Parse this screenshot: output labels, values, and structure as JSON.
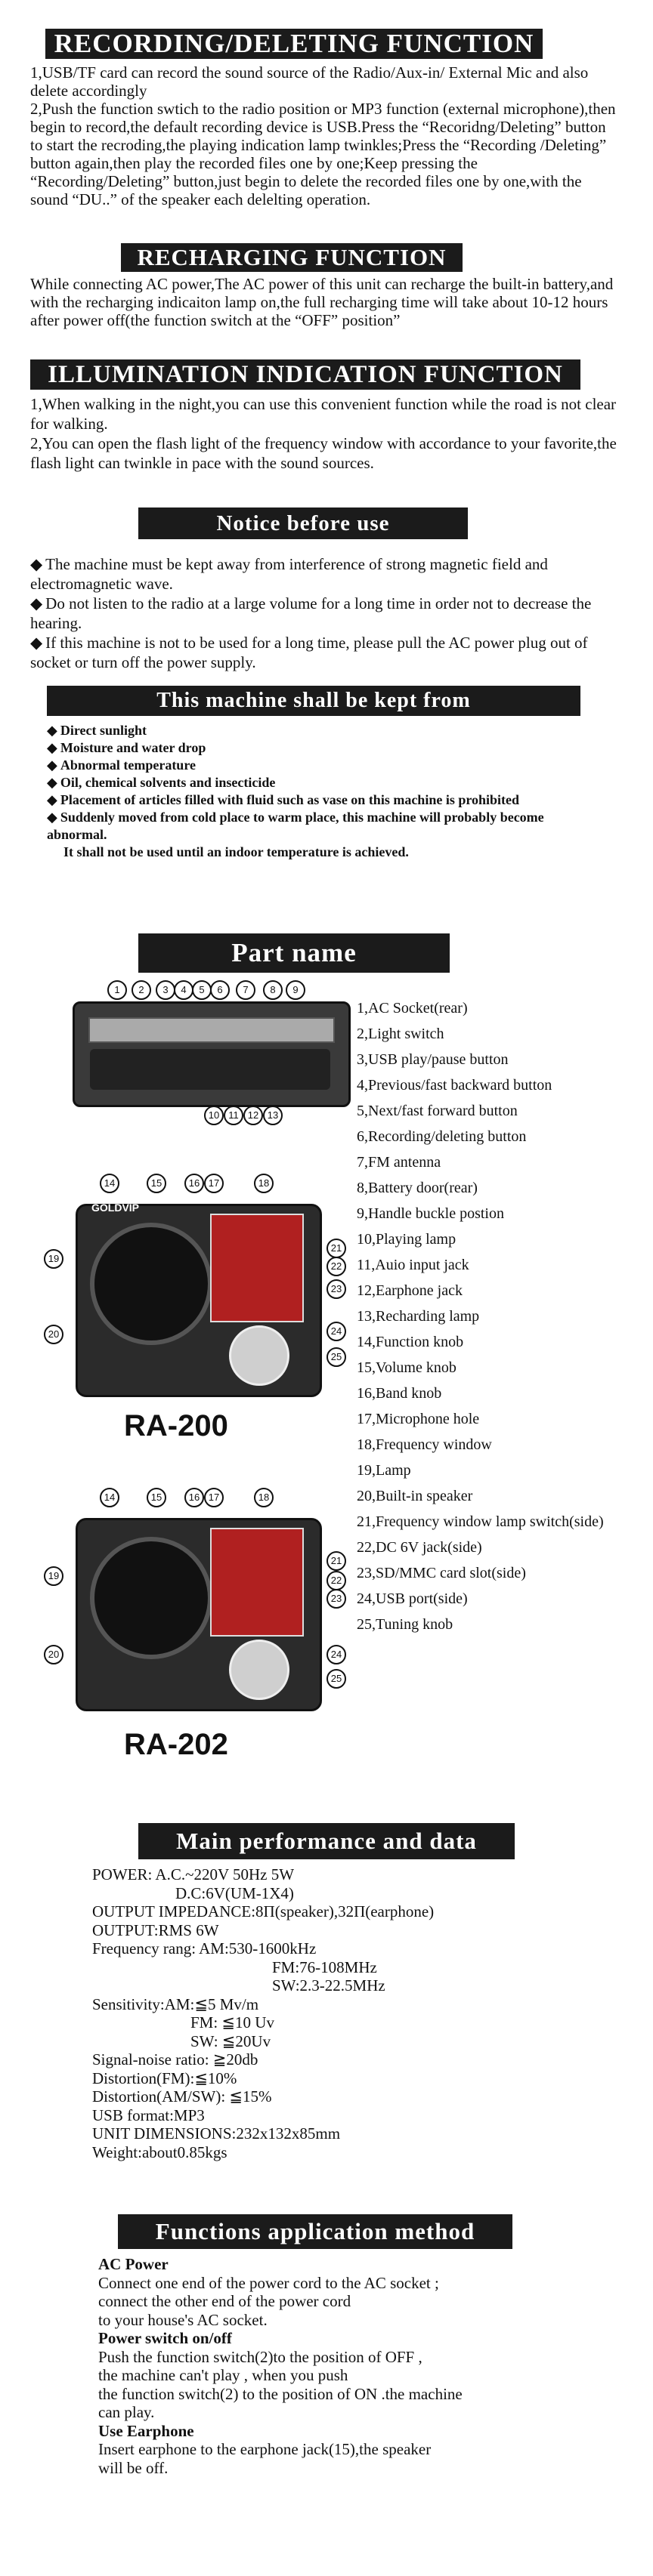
{
  "sections": {
    "recording_title": "RECORDING/DELETING FUNCTION",
    "recording_items": [
      "1,USB/TF card can record the sound source of the Radio/Aux-in/ External Mic and also delete accordingly",
      "2,Push the function swtich to the radio position or MP3 function (external microphone),then begin to record,the default recording device is USB.Press  the “Recoridng/Deleting” button to start the recroding,the playing indication lamp twinkles;Press the “Recording /Deleting” button again,then play the recorded files one by one;Keep pressing the “Recording/Deleting” button,just begin to delete the recorded files one by one,with the sound “DU..” of the speaker each delelting operation."
    ],
    "recharging_title": "RECHARGING FUNCTION",
    "recharging_text": "While connecting AC power,The AC power of this unit can recharge the built-in battery,and with the recharging indicaiton lamp on,the full recharging time will take about 10-12 hours after power off(the function switch at the “OFF” position”",
    "illumination_title": "ILLUMINATION INDICATION FUNCTION",
    "illumination_items": [
      "1,When walking in the night,you can use this convenient function while the road is not clear for walking.",
      "2,You can open the flash light of the frequency window with accordance to your favorite,the flash light can twinkle in pace with the sound sources."
    ],
    "notice_title": "Notice before use",
    "notice_items": [
      "The machine must be kept away from interference of strong magnetic field and electromagnetic wave.",
      "Do not listen to the radio at a large volume for a long time in order not to decrease the hearing.",
      "If this machine is not to be used for a long time, please pull the AC power plug out of socket or turn off the power supply."
    ],
    "kept_title": "This machine shall be kept from",
    "kept_items": [
      "Direct sunlight",
      "Moisture and water drop",
      "Abnormal temperature",
      "Oil, chemical solvents and insecticide",
      "Placement of articles filled with fluid such as vase on this machine is prohibited",
      "Suddenly moved from cold place to warm place, this machine will probably become abnormal."
    ],
    "kept_footer": "It shall not be used until an indoor temperature is achieved.",
    "part_title": "Part name",
    "parts": [
      "1,AC Socket(rear)",
      "2,Light switch",
      "3,USB play/pause button",
      "4,Previous/fast backward button",
      "5,Next/fast forward button",
      "6,Recording/deleting button",
      "7,FM antenna",
      "8,Battery door(rear)",
      "9,Handle buckle postion",
      "10,Playing lamp",
      "11,Auio input jack",
      "12,Earphone jack",
      "13,Recharding lamp",
      "14,Function knob",
      "15,Volume knob",
      "16,Band knob",
      "17,Microphone hole",
      "18,Frequency window",
      "19,Lamp",
      "20,Built-in speaker",
      "21,Frequency window lamp switch(side)",
      "22,DC 6V jack(side)",
      "23,SD/MMC card slot(side)",
      "24,USB port(side)",
      "25,Tuning knob"
    ],
    "model_1": "RA-200",
    "model_2": "RA-202",
    "brand": "GOLDVIP",
    "callouts_top": [
      "1",
      "2",
      "3",
      "4",
      "5",
      "6",
      "7",
      "8",
      "9"
    ],
    "callouts_bottom": [
      "10",
      "11",
      "12",
      "13"
    ],
    "callouts_front_top": [
      "14",
      "15",
      "16",
      "17",
      "18"
    ],
    "callouts_front_left": [
      "19",
      "20"
    ],
    "callouts_front_right": [
      "21",
      "22",
      "23",
      "24",
      "25"
    ],
    "perf_title": "Main performance and data",
    "perf_lines": [
      "POWER: A.C.~220V 50Hz 5W",
      "D.C:6V(UM-1X4)",
      "OUTPUT IMPEDANCE:8Π(speaker),32Π(earphone)",
      "OUTPUT:RMS 6W",
      "Frequency rang: AM:530-1600kHz",
      "FM:76-108MHz",
      "SW:2.3-22.5MHz",
      "Sensitivity:AM:≦5 Mv/m",
      "FM: ≦10 Uv",
      "SW: ≦20Uv",
      "Signal-noise ratio: ≧20db",
      "Distortion(FM):≦10%",
      "Distortion(AM/SW): ≦15%",
      "USB format:MP3",
      "UNIT DIMENSIONS:232x132x85mm",
      "Weight:about0.85kgs"
    ],
    "func_title": "Functions application method",
    "func_blocks": [
      {
        "head": "AC Power",
        "lines": [
          "Connect one end of the power cord to the AC socket ;",
          "connect the other end of the power cord",
          "to your house's AC socket."
        ]
      },
      {
        "head": "Power switch on/off",
        "lines": [
          "Push the function switch(2)to the position of OFF ,",
          "the machine can't play ,  when you push",
          "the function switch(2) to the position of ON .the machine",
          "can play."
        ]
      },
      {
        "head": "Use Earphone",
        "lines": [
          "Insert earphone to the earphone jack(15),the speaker",
          "will be off."
        ]
      }
    ]
  }
}
